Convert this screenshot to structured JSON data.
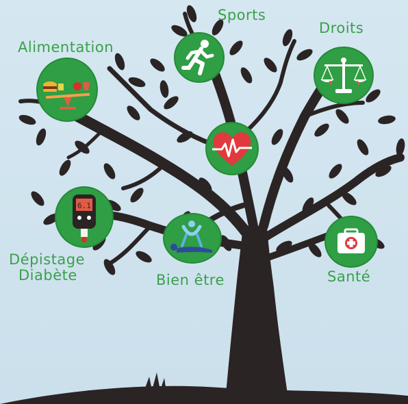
{
  "labels": {
    "sports": "Sports",
    "droits": "Droits",
    "alimentation": "Alimentation",
    "depistage_line1": "Dépistage",
    "depistage_line2": "Diabète",
    "bien_etre": "Bien être",
    "sante": "Santé"
  },
  "glucometer_reading": "6.1",
  "colors": {
    "green": "#2f9e44",
    "label_green": "#3aa04a",
    "tree": "#2b2424",
    "sky": "#cfe3ee"
  },
  "icons": [
    "running-person-icon",
    "scales-of-justice-icon",
    "food-seesaw-icon",
    "heartbeat-icon",
    "glucometer-icon",
    "massage-icon",
    "first-aid-kit-icon"
  ]
}
